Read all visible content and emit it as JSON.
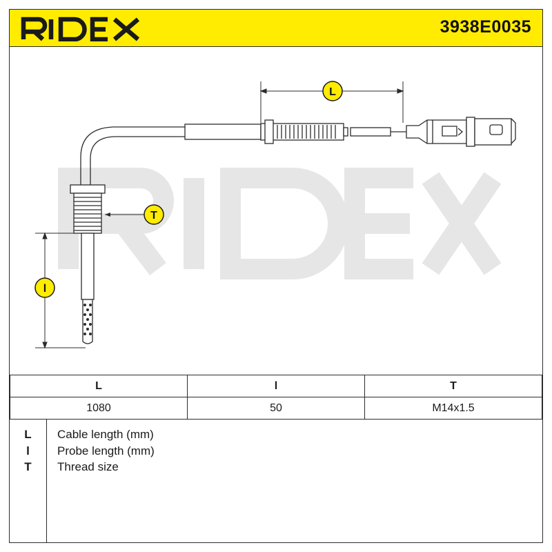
{
  "header": {
    "brand": "RIDEX",
    "part_number": "3938E0035",
    "background_color": "#ffec00"
  },
  "drawing": {
    "watermark": "RIDEX",
    "callouts": {
      "cable_length": "L",
      "thread": "T",
      "probe_length": "l"
    }
  },
  "spec_table": {
    "headers": [
      "L",
      "l",
      "T"
    ],
    "values": [
      "1080",
      "50",
      "M14x1.5"
    ]
  },
  "legend": {
    "keys": [
      "L",
      "l",
      "T"
    ],
    "descriptions": [
      "Cable length (mm)",
      "Probe length (mm)",
      "Thread size"
    ]
  }
}
